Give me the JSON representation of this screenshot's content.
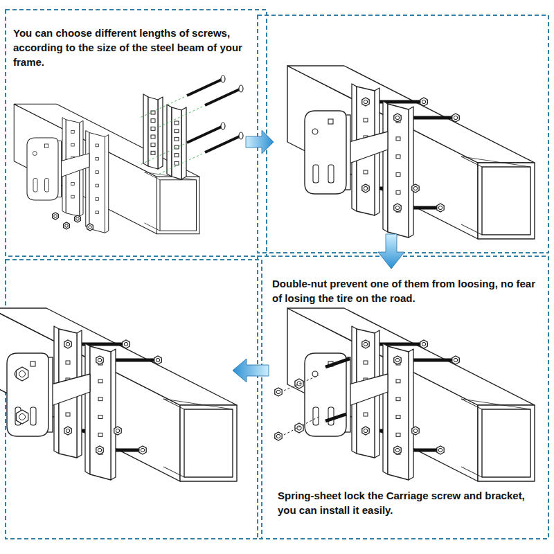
{
  "diagram": {
    "labels": [
      "You can choose different lengths of screws, according to the size of the steel beam of your frame.",
      "Double-nut prevent one of them from loosing, no fear of losing the tire on the road.",
      "Spring-sheet lock the Carriage screw and bracket, you can install it easily."
    ]
  }
}
